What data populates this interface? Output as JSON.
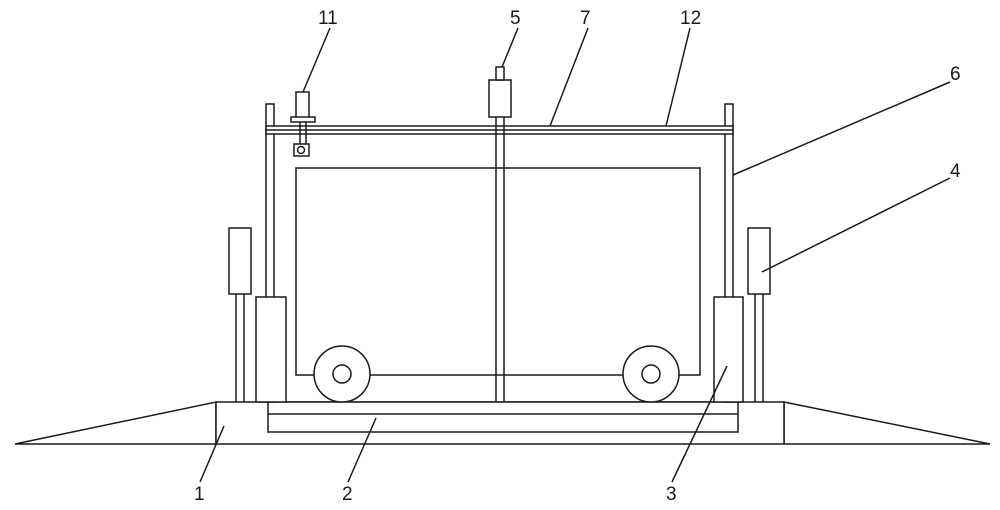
{
  "diagram": {
    "stroke_color": "#1a1a1a",
    "background": "#ffffff",
    "labels": {
      "l1": "1",
      "l2": "2",
      "l3": "3",
      "l4": "4",
      "l5": "5",
      "l6": "6",
      "l7": "7",
      "l11": "11",
      "l12": "12"
    }
  }
}
